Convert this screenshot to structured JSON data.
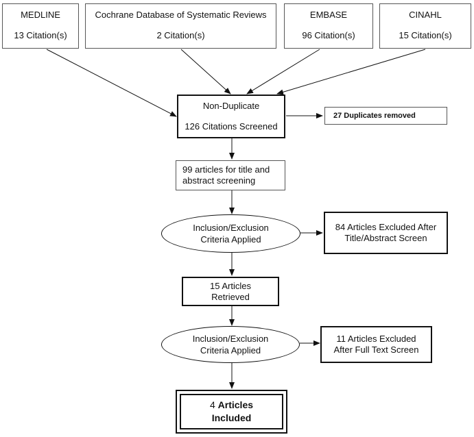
{
  "sources": [
    {
      "name": "MEDLINE",
      "count": "13 Citation(s)"
    },
    {
      "name": "Cochrane Database of Systematic Reviews",
      "count": "2 Citation(s)"
    },
    {
      "name": "EMBASE",
      "count": "96 Citation(s)"
    },
    {
      "name": "CINAHL",
      "count": "15 Citation(s)"
    }
  ],
  "nondup": {
    "line1": "Non-Duplicate",
    "line2": "126 Citations Screened"
  },
  "duplicates": "27 Duplicates removed",
  "title_abstract": {
    "line1": "99 articles for title and",
    "line2": "abstract screening"
  },
  "criteria1": {
    "line1": "Inclusion/Exclusion",
    "line2": "Criteria Applied"
  },
  "excluded1": {
    "line1": "84 Articles Excluded After",
    "line2": "Title/Abstract Screen"
  },
  "retrieved": {
    "line1": "15 Articles",
    "line2": "Retrieved"
  },
  "criteria2": {
    "line1": "Inclusion/Exclusion",
    "line2": "Criteria Applied"
  },
  "excluded2": {
    "line1": "11 Articles Excluded",
    "line2": "After Full Text Screen"
  },
  "included": {
    "num": "4",
    "word1": "Articles",
    "line2": "Included"
  }
}
